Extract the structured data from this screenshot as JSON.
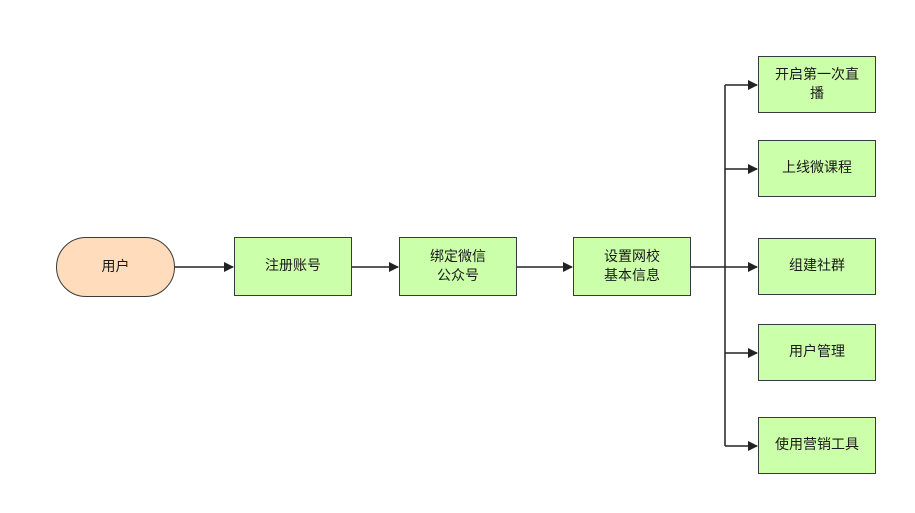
{
  "flowchart": {
    "nodes": {
      "user": "用户",
      "register": "注册账号",
      "bind": "绑定微信\n公众号",
      "setup": "设置网校\n基本信息",
      "live": "开启第一次直\n播",
      "course": "上线微课程",
      "community": "组建社群",
      "user_management": "用户管理",
      "marketing": "使用营销工具"
    },
    "edges": [
      [
        "user",
        "register"
      ],
      [
        "register",
        "bind"
      ],
      [
        "bind",
        "setup"
      ],
      [
        "setup",
        "live"
      ],
      [
        "setup",
        "course"
      ],
      [
        "setup",
        "community"
      ],
      [
        "setup",
        "user_management"
      ],
      [
        "setup",
        "marketing"
      ]
    ],
    "colors": {
      "terminal_fill": "#ffdcbb",
      "process_fill": "#ccffaa",
      "stroke": "#3a3a3a",
      "connector": "#222222"
    }
  }
}
